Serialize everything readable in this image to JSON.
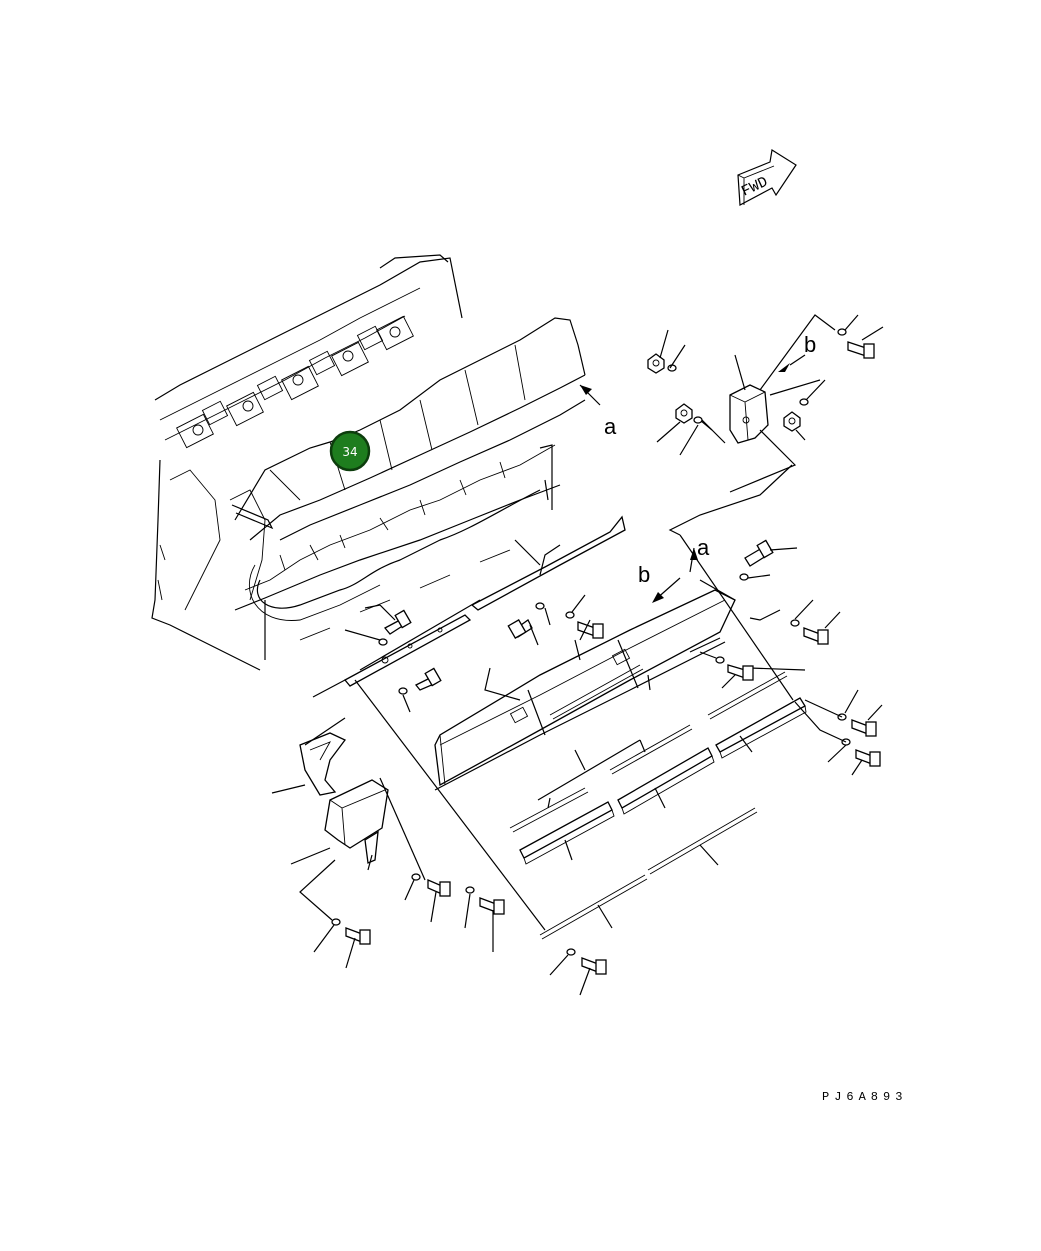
{
  "diagram": {
    "direction_marker": {
      "label": "FWD"
    },
    "callout_letters": [
      "a",
      "b",
      "b",
      "a"
    ],
    "highlight_badge": {
      "label": "34",
      "color": "#1e7d1e",
      "border_color": "#0d3d0d"
    },
    "drawing_code": "PJ6A893"
  },
  "colors": {
    "line": "#000000",
    "background": "#ffffff"
  }
}
